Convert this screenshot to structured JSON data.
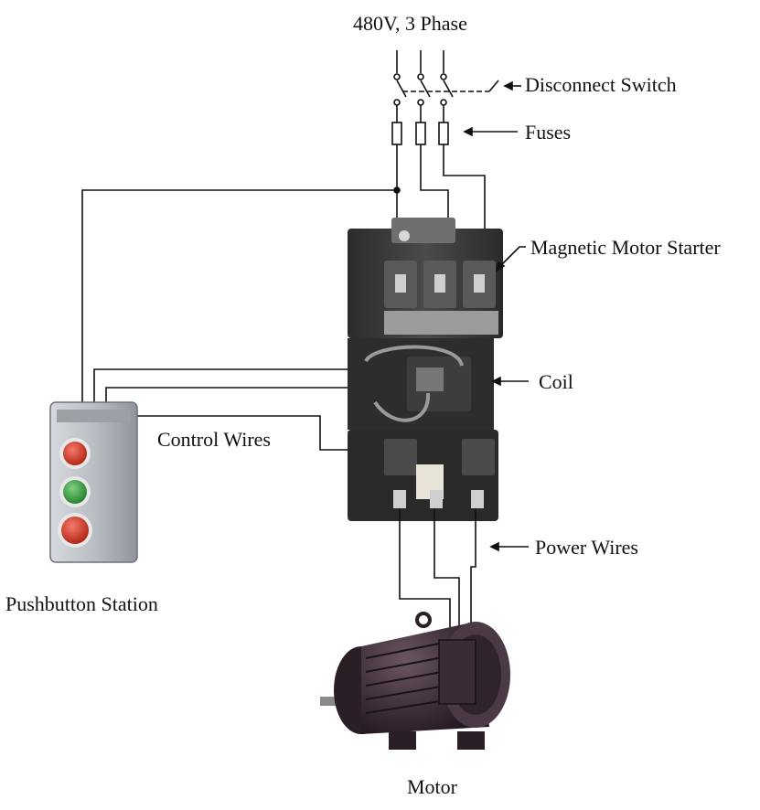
{
  "labels": {
    "supply": "480V, 3 Phase",
    "disconnect": "Disconnect Switch",
    "fuses": "Fuses",
    "starter": "Magnetic Motor Starter",
    "coil": "Coil",
    "control_wires": "Control Wires",
    "power_wires": "Power Wires",
    "pushbutton": "Pushbutton Station",
    "motor": "Motor"
  },
  "colors": {
    "wire": "#111111",
    "starter_body": "#3a3a3a",
    "station_body": "#b7bcc2",
    "button_red": "#cc2a1c",
    "button_green": "#2f9a3a",
    "motor_body": "#3a2b35"
  }
}
